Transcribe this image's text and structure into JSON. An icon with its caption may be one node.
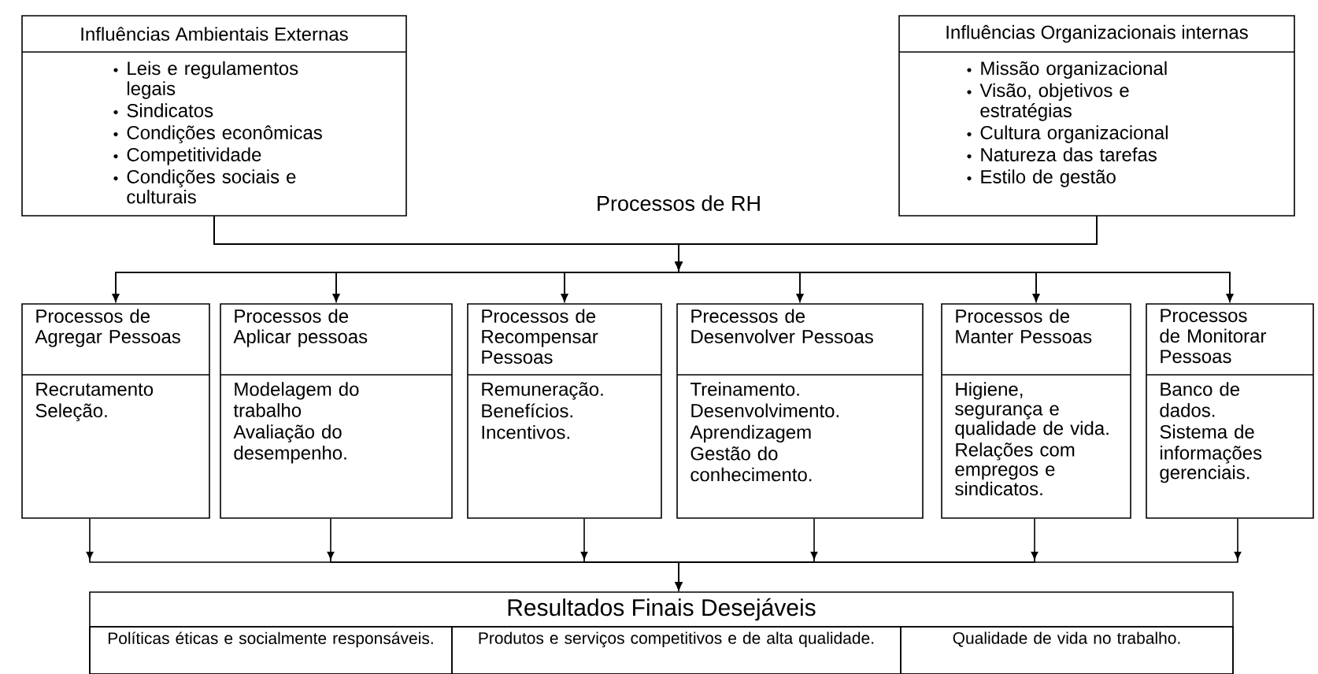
{
  "diagram": {
    "nodes": [
      {
        "text": [
          "Influências Ambientais Externas",
          "Leis e regulamentos legais",
          "Sindicatos",
          "Condições econômicas",
          "Competitividade",
          "Condições sociais e culturais"
        ]
      },
      {
        "text": [
          "Influências Organizacionais internas",
          "Missão organizacional",
          "Visão, objetivos e estratégias",
          "Cultura organizacional",
          "Natureza das tarefas",
          "Estilo de gestão"
        ]
      },
      {
        "text": [
          "Processos de Agregar Pessoas",
          "Recrutamento",
          "Seleção."
        ]
      },
      {
        "text": [
          "Processos de Aplicar pessoas",
          "Modelagem do trabalho",
          "Avaliação do desempenho."
        ]
      },
      {
        "text": [
          "Processos de Recompensar Pessoas",
          "Remuneração.",
          "Benefícios.",
          "Incentivos."
        ]
      },
      {
        "text": [
          "Precessos de Desenvolver Pessoas",
          "Treinamento.",
          "Desenvolvimento.",
          "Aprendizagem",
          "Gestão do conhecimento."
        ]
      },
      {
        "text": [
          "Processos de Manter Pessoas",
          "Higiene, segurança e qualidade de vida.",
          "Relações com empregos e sindicatos."
        ]
      },
      {
        "text": [
          "Processos de Monitorar Pessoas",
          "Banco de dados.",
          "Sistema de informações gerenciais."
        ]
      },
      {
        "text": [
          "Resultados Finais Desejáveis"
        ]
      },
      {
        "text": [
          "Políticas éticas e socialmente responsáveis."
        ],
        "in": 8
      },
      {
        "text": [
          "Produtos e serviços competitivos e de alta qualidade."
        ],
        "in": 8
      },
      {
        "text": [
          "Qualidade de vida no trabalho."
        ],
        "in": 8
      }
    ],
    "edges": [
      {
        "from": 0,
        "to": 2,
        "arrow": "to"
      },
      {
        "from": 0,
        "to": 3,
        "arrow": "to"
      },
      {
        "from": 0,
        "to": 4,
        "arrow": "to"
      },
      {
        "from": 0,
        "to": 5,
        "arrow": "to"
      },
      {
        "from": 0,
        "to": 6,
        "arrow": "to"
      },
      {
        "from": 0,
        "to": 7,
        "arrow": "to"
      },
      {
        "from": 1,
        "to": 2,
        "arrow": "to"
      },
      {
        "from": 1,
        "to": 3,
        "arrow": "to"
      },
      {
        "from": 1,
        "to": 4,
        "arrow": "to"
      },
      {
        "from": 1,
        "to": 5,
        "arrow": "to"
      },
      {
        "from": 1,
        "to": 6,
        "arrow": "to"
      },
      {
        "from": 1,
        "to": 7,
        "arrow": "to"
      },
      {
        "from": 2,
        "to": 8,
        "arrow": "to"
      },
      {
        "from": 3,
        "to": 8,
        "arrow": "to"
      },
      {
        "from": 4,
        "to": 8,
        "arrow": "to"
      },
      {
        "from": 5,
        "to": 8,
        "arrow": "to"
      },
      {
        "from": 6,
        "to": 8,
        "arrow": "to"
      },
      {
        "from": 7,
        "to": 8,
        "arrow": "to"
      }
    ],
    "labels": [
      "Processos de RH"
    ]
  }
}
